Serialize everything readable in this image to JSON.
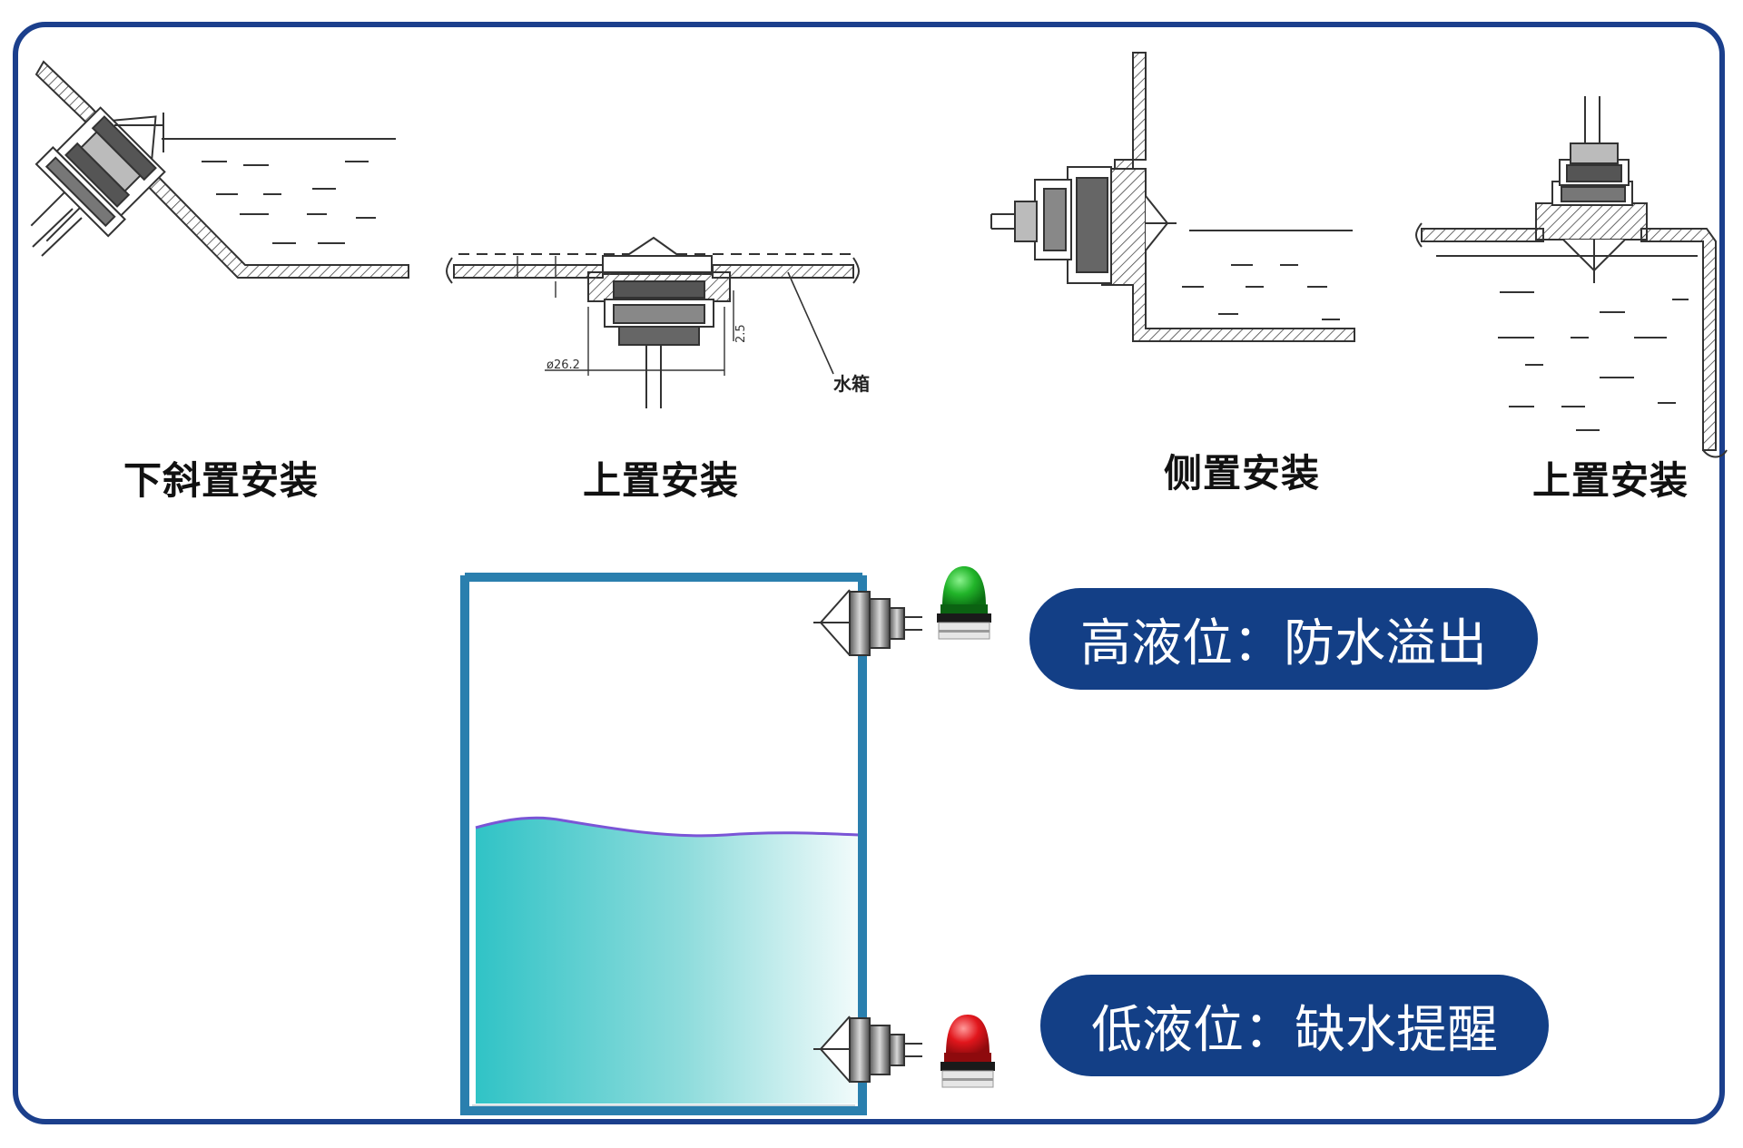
{
  "captions": {
    "incline_bottom": "下斜置安装",
    "top_mount_1": "上置安装",
    "side_mount": "侧置安装",
    "top_mount_2": "上置安装"
  },
  "annotations": {
    "water_tank": "水箱",
    "diameter": "ø26.2",
    "height": "2.5"
  },
  "labels": {
    "high_level": "高液位：防水溢出",
    "low_level": "低液位：缺水提醒"
  },
  "colors": {
    "frame": "#1b3f8c",
    "pill": "#133f86",
    "tank_wall": "#2a7fae",
    "water_top": "#34c6c9",
    "water_edge": "#7a55d6",
    "green_light": "#1bb324",
    "red_light": "#e0181f"
  },
  "icons": {
    "high_alarm": "green-beacon-icon",
    "low_alarm": "red-beacon-icon"
  }
}
